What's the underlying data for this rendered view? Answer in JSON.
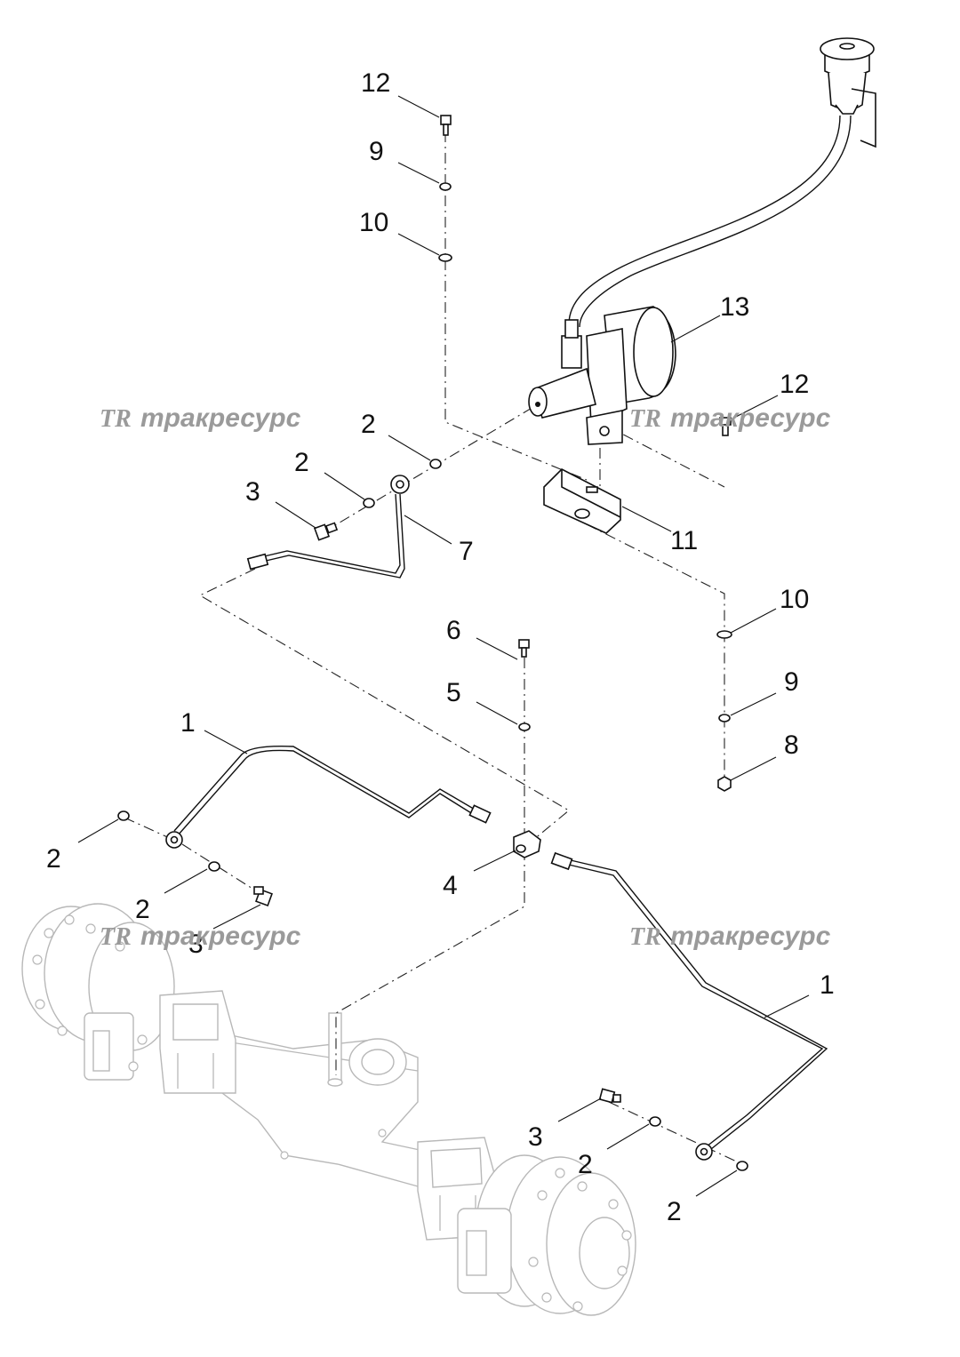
{
  "callouts": [
    {
      "id": "c12a",
      "text": "12"
    },
    {
      "id": "c9a",
      "text": "9"
    },
    {
      "id": "c10a",
      "text": "10"
    },
    {
      "id": "c13",
      "text": "13"
    },
    {
      "id": "c12b",
      "text": "12"
    },
    {
      "id": "c2a",
      "text": "2"
    },
    {
      "id": "c2b",
      "text": "2"
    },
    {
      "id": "c3a",
      "text": "3"
    },
    {
      "id": "c7",
      "text": "7"
    },
    {
      "id": "c11",
      "text": "11"
    },
    {
      "id": "c10b",
      "text": "10"
    },
    {
      "id": "c6",
      "text": "6"
    },
    {
      "id": "c5",
      "text": "5"
    },
    {
      "id": "c9b",
      "text": "9"
    },
    {
      "id": "c8",
      "text": "8"
    },
    {
      "id": "c1a",
      "text": "1"
    },
    {
      "id": "c2c",
      "text": "2"
    },
    {
      "id": "c2d",
      "text": "2"
    },
    {
      "id": "c3b",
      "text": "3"
    },
    {
      "id": "c4",
      "text": "4"
    },
    {
      "id": "c1b",
      "text": "1"
    },
    {
      "id": "c3c",
      "text": "3"
    },
    {
      "id": "c2e",
      "text": "2"
    },
    {
      "id": "c2f",
      "text": "2"
    }
  ],
  "watermark": {
    "logo": "TR",
    "text": "тракресурс"
  }
}
